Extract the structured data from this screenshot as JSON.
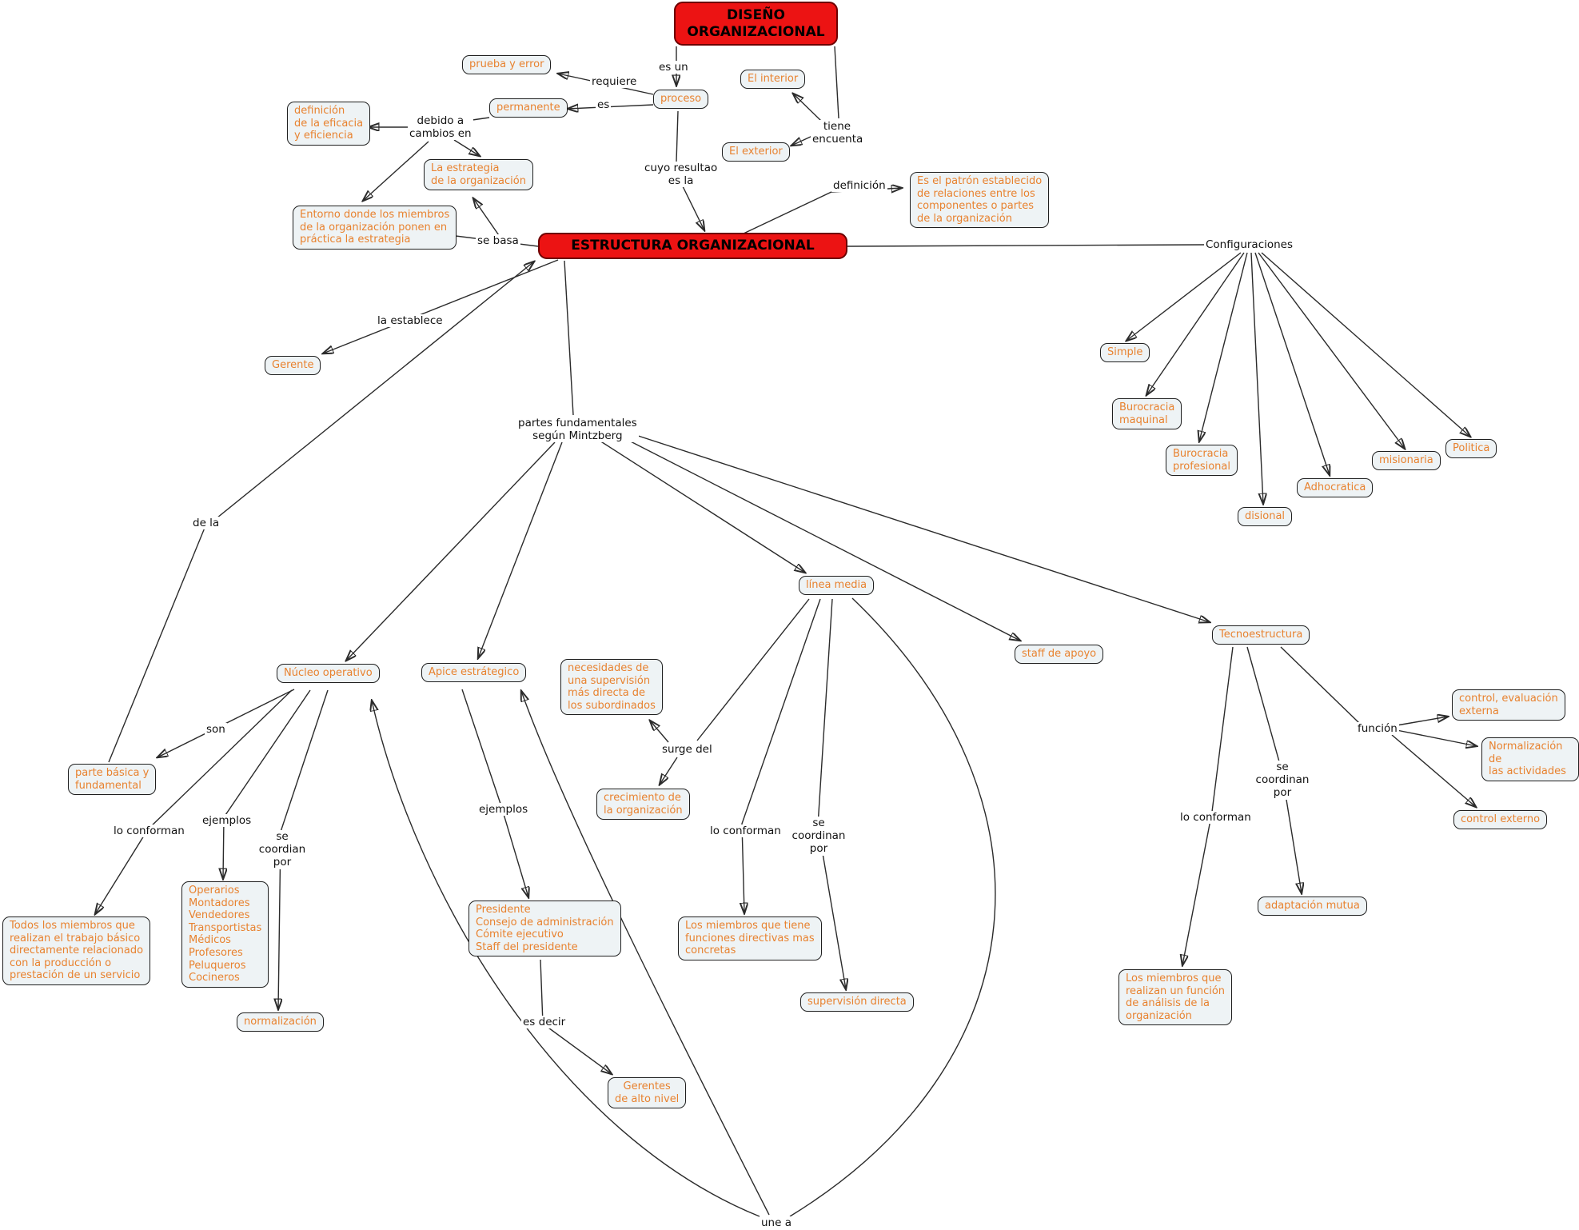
{
  "colors": {
    "main_node_bg": "#ec1313",
    "concept_bg": "#eef3f5",
    "concept_text": "#e8822f",
    "line": "#2b2b2b",
    "label_text": "#111111"
  },
  "nodes": {
    "diseno": {
      "text": "DISEÑO\nORGANIZACIONAL"
    },
    "estructura": {
      "text": "ESTRUCTURA ORGANIZACIONAL"
    },
    "prueba_y_error": {
      "text": "prueba y error"
    },
    "permanente": {
      "text": "permanente"
    },
    "proceso": {
      "text": "proceso"
    },
    "el_interior": {
      "text": "El interior"
    },
    "el_exterior": {
      "text": "El exterior"
    },
    "definicion_eficacia": {
      "text": "definición\nde la eficacia\ny eficiencia"
    },
    "la_estrategia": {
      "text": "La estrategia\nde la organización"
    },
    "entorno": {
      "text": "Entorno donde los miembros\nde la organización ponen en\npráctica la estrategia"
    },
    "es_el_patron": {
      "text": "Es el patrón establecido\nde relaciones entre los\ncomponentes o partes\nde la organización"
    },
    "gerente": {
      "text": "Gerente"
    },
    "simple": {
      "text": "Simple"
    },
    "burocracia_maquinal": {
      "text": "Burocracia\nmaquinal"
    },
    "burocracia_profesional": {
      "text": "Burocracia\nprofesional"
    },
    "disional": {
      "text": "disional"
    },
    "adhocratica": {
      "text": "Adhocratica"
    },
    "misionaria": {
      "text": "misionaria"
    },
    "politica": {
      "text": "Politica"
    },
    "linea_media": {
      "text": "línea media"
    },
    "nucleo_operativo": {
      "text": "Núcleo operativo"
    },
    "apice_estrategico": {
      "text": "Apice estrátegico"
    },
    "necesidades": {
      "text": "necesidades de\nuna supervisión\nmás directa de\nlos subordinados"
    },
    "staff_apoyo": {
      "text": "staff de apoyo"
    },
    "tecnoestructura": {
      "text": "Tecnoestructura"
    },
    "crecimiento": {
      "text": "crecimiento de\nla organización"
    },
    "control_evaluacion": {
      "text": "control, evaluación\nexterna"
    },
    "normalizacion_actividades": {
      "text": "Normalización de\nlas actividades"
    },
    "control_externo": {
      "text": "control externo"
    },
    "parte_basica": {
      "text": "parte básica y\nfundamental"
    },
    "todos_miembros": {
      "text": "Todos los miembros que\nrealizan el trabajo básico\ndirectamente relacionado\ncon la producción o\nprestación de un servicio"
    },
    "operarios": {
      "text": "Operarios\nMontadores\nVendedores\nTransportistas\nMédicos\nProfesores\nPeluqueros\nCocineros"
    },
    "normalizacion": {
      "text": "normalización"
    },
    "presidente": {
      "text": "Presidente\nConsejo de administración\nCómite ejecutivo\nStaff del presidente"
    },
    "gerentes_alto_nivel": {
      "text": "Gerentes\nde alto nivel"
    },
    "los_miembros_directivas": {
      "text": "Los miembros que tiene\nfunciones directivas mas\nconcretas"
    },
    "supervision_directa": {
      "text": "supervisión directa"
    },
    "los_miembros_analisis": {
      "text": "Los miembros que\nrealizan un función\nde análisis de la\norganización"
    },
    "adaptacion_mutua": {
      "text": "adaptación mutua"
    }
  },
  "labels": {
    "es_un": {
      "text": "es un"
    },
    "requiere": {
      "text": "requiere"
    },
    "es": {
      "text": "es"
    },
    "tiene_encuenta": {
      "text": "tiene\nencuenta"
    },
    "debido_a": {
      "text": "debido a\ncambios en"
    },
    "cuyo_resultao": {
      "text": "cuyo resultao\nes la"
    },
    "definicion": {
      "text": "definición"
    },
    "se_basa": {
      "text": "se basa"
    },
    "configuraciones": {
      "text": "Configuraciones"
    },
    "la_establece": {
      "text": "la establece"
    },
    "partes_fundamentales": {
      "text": "partes fundamentales\nsegún Mintzberg"
    },
    "de_la": {
      "text": "de la"
    },
    "son": {
      "text": "son"
    },
    "lo_conforman_nucleo": {
      "text": "lo conforman"
    },
    "ejemplos_nucleo": {
      "text": "ejemplos"
    },
    "se_coordian_por": {
      "text": "se coordian\npor"
    },
    "ejemplos_apice": {
      "text": "ejemplos"
    },
    "surge_del": {
      "text": "surge del"
    },
    "lo_conforman_linea": {
      "text": "lo conforman"
    },
    "se_coordinan_por_linea": {
      "text": "se coordinan\npor"
    },
    "lo_conforman_tecno": {
      "text": "lo conforman"
    },
    "se_coordinan_por_tecno": {
      "text": "se coordinan\npor"
    },
    "funcion": {
      "text": "función"
    },
    "es_decir": {
      "text": "es decir"
    },
    "une_a": {
      "text": "une a"
    }
  }
}
